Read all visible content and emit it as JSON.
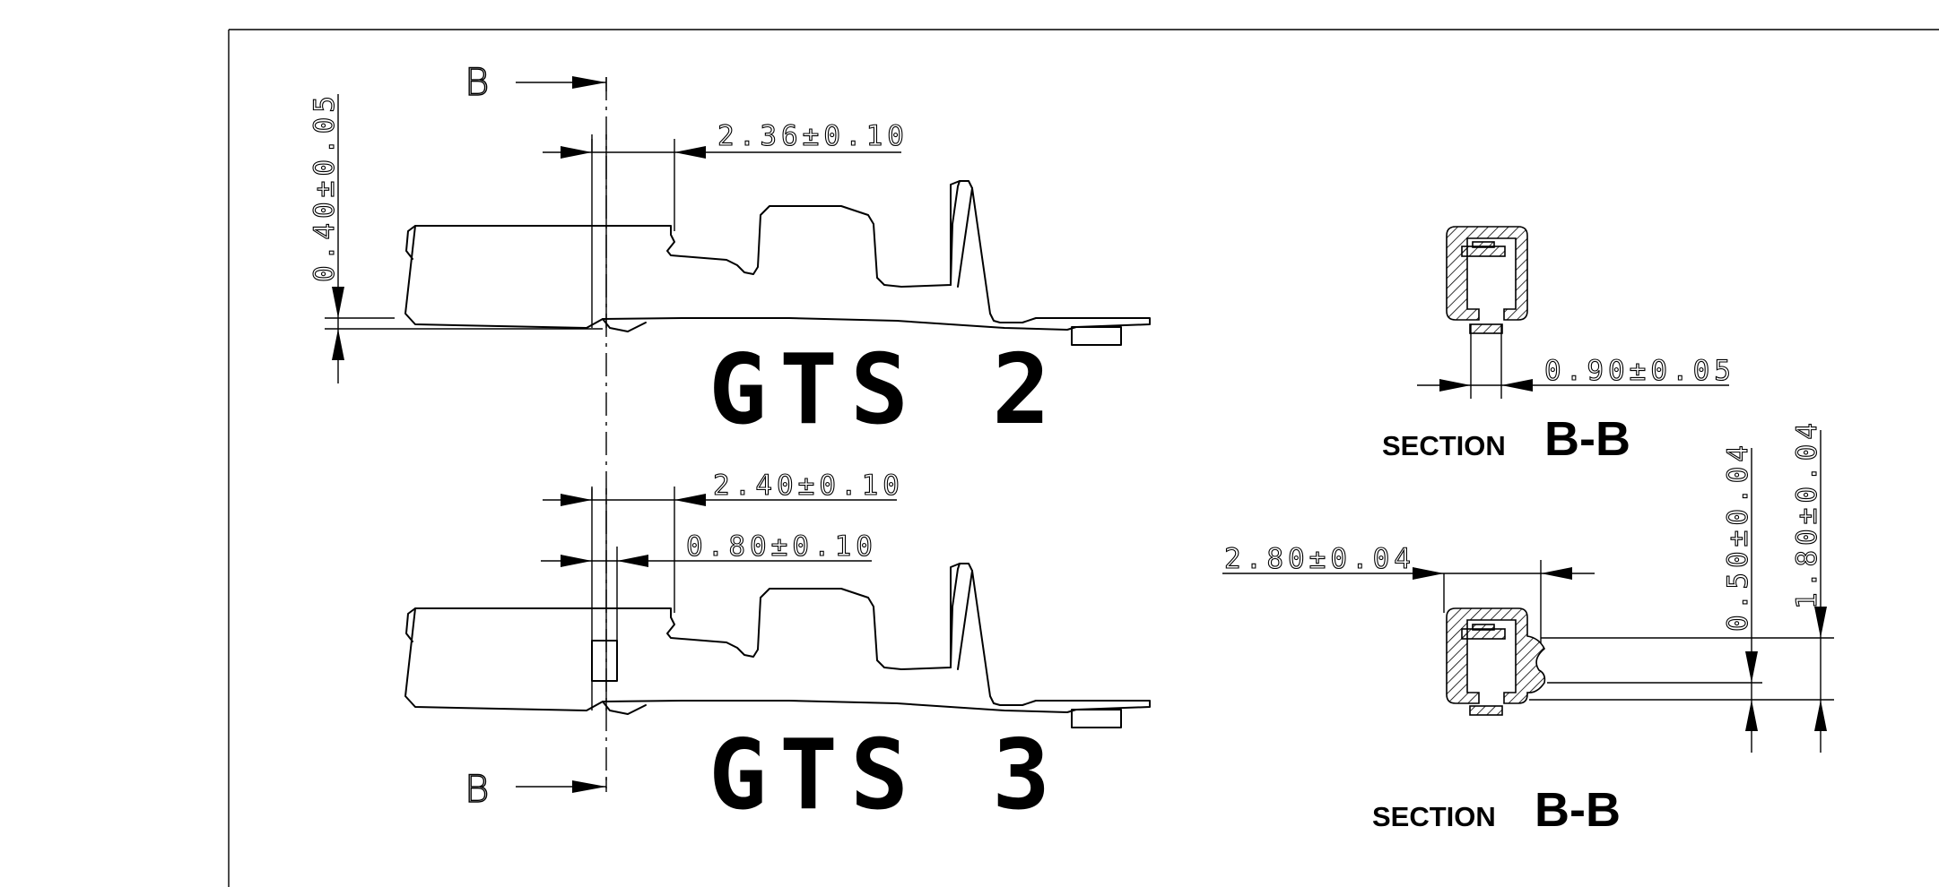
{
  "drawing": {
    "part_labels": {
      "upper": "GTS 2",
      "lower": "GTS 3"
    },
    "section_markers": {
      "top": "B",
      "bottom": "B"
    },
    "dimensions": {
      "gts2_vertical": "0.40±0.05",
      "gts2_offset": "2.36±0.10",
      "gts3_offset": "2.40±0.10",
      "gts3_slot": "0.80±0.10",
      "section1_width": "0.90±0.05",
      "section2_width": "2.80±0.04",
      "section2_height_a": "0.50±0.04",
      "section2_height_b": "1.80±0.04"
    },
    "section_titles": {
      "first": {
        "prefix": "SECTION",
        "name": "B-B"
      },
      "second": {
        "prefix": "SECTION",
        "name": "B-B"
      }
    }
  }
}
